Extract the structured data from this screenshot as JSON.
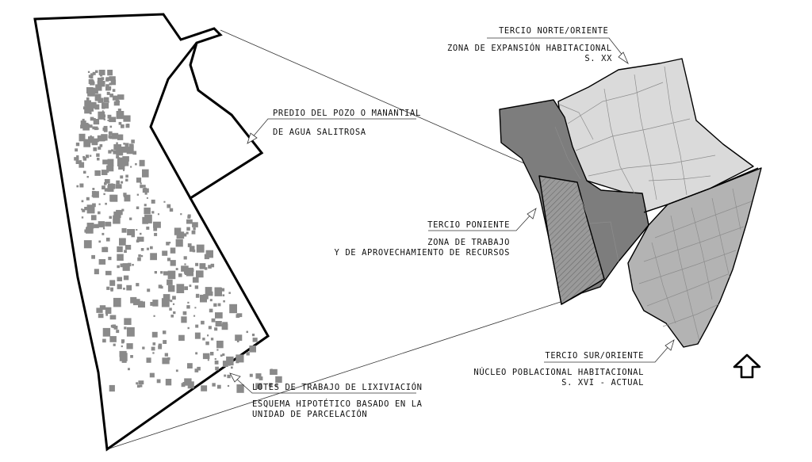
{
  "labels": {
    "norte_title": "TERCIO NORTE/ORIENTE",
    "norte_desc_1": "ZONA DE EXPANSIÓN HABITACIONAL",
    "norte_desc_2": "S. XX",
    "predio_1": "PREDIO DEL POZO O MANANTIAL",
    "predio_2": "DE AGUA SALITROSA",
    "poniente_title": "TERCIO PONIENTE",
    "poniente_desc_1": "ZONA DE TRABAJO",
    "poniente_desc_2": "Y DE APROVECHAMIENTO DE RECURSOS",
    "sur_title": "TERCIO SUR/ORIENTE",
    "sur_desc_1": "NÚCLEO POBLACIONAL HABITACIONAL",
    "sur_desc_2": "S. XVI - ACTUAL",
    "lotes_title": "LOTES DE TRABAJO DE LIXIVIACIÓN",
    "lotes_desc_1": "ESQUEMA HIPOTÉTICO BASADO EN LA",
    "lotes_desc_2": "UNIDAD DE PARCELACIÓN"
  },
  "colors": {
    "norte_fill": "#dadada",
    "poniente_fill": "#7d7d7d",
    "poniente_hatch": "#9a9a9a",
    "sur_fill": "#b3b3b3",
    "lots_fill": "#8a8a8a",
    "outline": "#000000"
  },
  "icons": {
    "north_arrow": "north-arrow-icon"
  }
}
